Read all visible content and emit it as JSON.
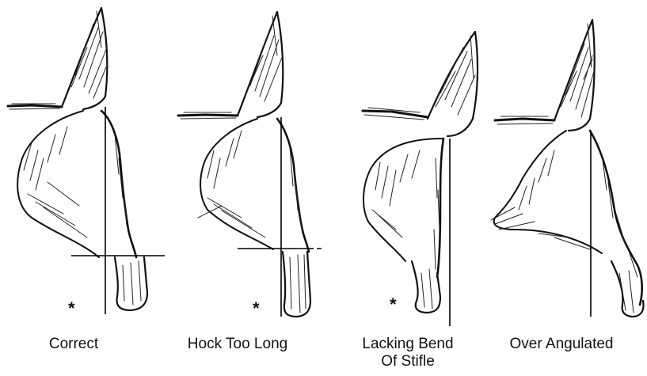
{
  "panels": [
    {
      "id": "correct",
      "caption_lines": [
        "Correct"
      ],
      "asterisk": "*"
    },
    {
      "id": "hock-too-long",
      "caption_lines": [
        "Hock Too Long"
      ],
      "asterisk": "*"
    },
    {
      "id": "lacking-bend",
      "caption_lines": [
        "Lacking Bend",
        "Of Stifle"
      ],
      "asterisk": "*"
    },
    {
      "id": "over-angulated",
      "caption_lines": [
        "Over Angulated"
      ]
    }
  ]
}
